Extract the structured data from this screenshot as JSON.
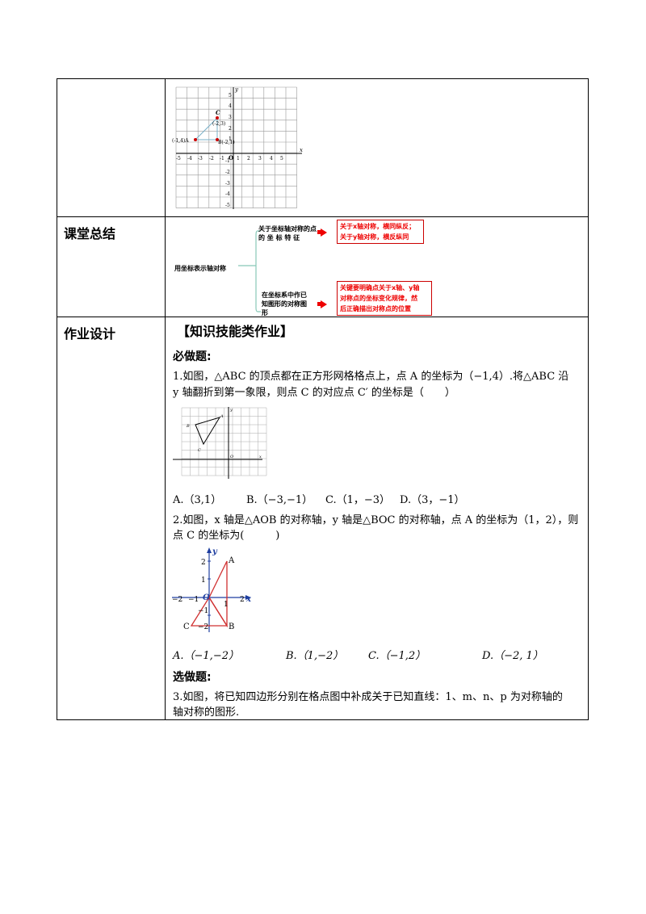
{
  "row_labels": {
    "summary": "课堂总结",
    "homework": "作业设计"
  },
  "fig1": {
    "x_ticks": [
      "-5",
      "-4",
      "-3",
      "-2",
      "-1",
      "1",
      "2",
      "3",
      "4",
      "5"
    ],
    "y_ticks": [
      "5",
      "4",
      "3",
      "2",
      "1",
      "-1",
      "-2",
      "-3",
      "-4",
      "-5"
    ],
    "x_label": "x",
    "y_label": "y",
    "origin": "O",
    "point_a": "(-1,4)A",
    "point_b": "B(-2,1)",
    "point_c": "C",
    "point_c_coord": "(-2,3)"
  },
  "summary": {
    "root": "用坐标表示轴对称",
    "branch1_line1": "关于坐标轴对称的点",
    "branch1_line2": "的 坐 标 特 征",
    "branch1_box_line1": "关于x轴对称，横同纵反；",
    "branch1_box_line2": "关于y轴对称，横反纵同",
    "branch2_line1": "在坐标系中作已",
    "branch2_line2": "知图形的对称图",
    "branch2_line3": "形",
    "branch2_box_line1": "关键要明确点关于x轴、y轴",
    "branch2_box_line2": "对称点的坐标变化规律，然",
    "branch2_box_line3": "后正确描出对称点的位置"
  },
  "homework": {
    "section_title": "【知识技能类作业】",
    "required_title": "必做题:",
    "q1_line1": "1.如图，△ABC 的顶点都在正方形网格格点上，点 A 的坐标为（−1,4）.将△ABC 沿",
    "q1_line2": "y 轴翻折到第一象限，则点 C 的对应点 C′ 的坐标是（　　）",
    "q1_fig": {
      "a": "A",
      "b": "B",
      "c": "C",
      "o": "O",
      "x": "x",
      "y": "y"
    },
    "q1_options": [
      "A.（3,1）",
      "B.（−3,−1）",
      "C.（1，−3）",
      "D.（3，−1）"
    ],
    "q2_line1": "2.如图，x 轴是△AOB 的对称轴，y 轴是△BOC 的对称轴，点 A 的坐标为（1，2），则",
    "q2_line2": "点 C 的坐标为(　　　)",
    "q2_fig": {
      "y": "y",
      "x": "x",
      "o": "O",
      "t2": "2",
      "t1": "1",
      "tm1": "−1",
      "tm2": "−2",
      "xm2": "−2",
      "xm1": "−1",
      "x1": "1",
      "x2": "2",
      "a": "A",
      "b": "B",
      "c": "C"
    },
    "q2_options": [
      "A.（−1,−2）",
      "B.（1,−2）",
      "C.（−1,2）",
      "D.（−2, 1）"
    ],
    "optional_title": "选做题:",
    "q3_line1": "3.如图，将已知四边形分别在格点图中补成关于已知直线：1、m、n、p 为对称轴的",
    "q3_line2": "轴对称的图形."
  }
}
